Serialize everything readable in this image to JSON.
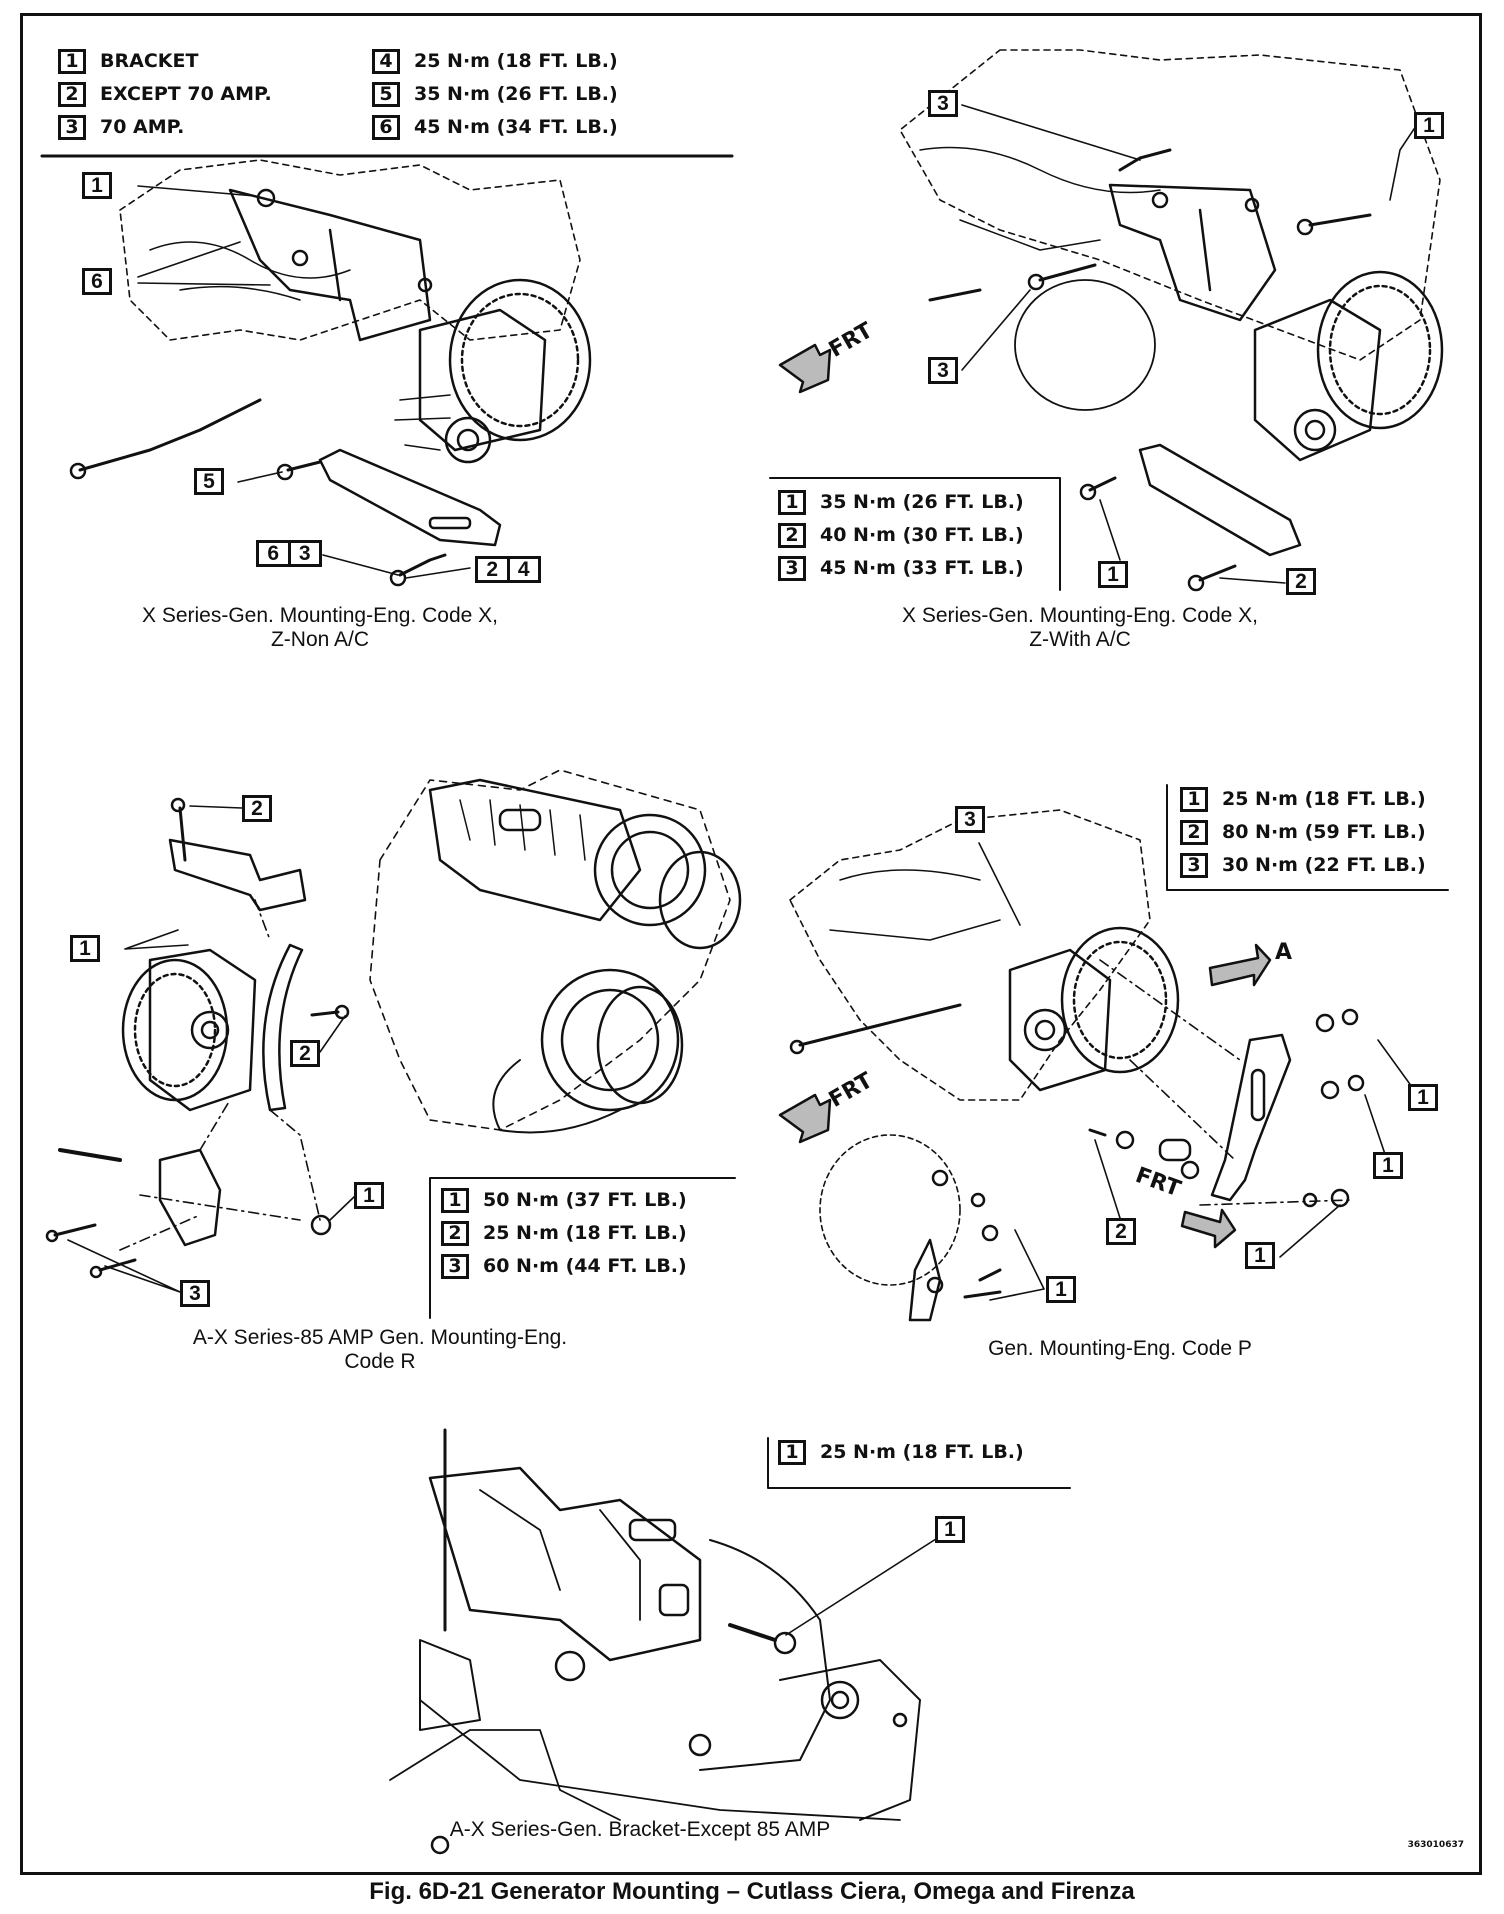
{
  "legend_top": {
    "left": [
      {
        "num": "1",
        "text": "BRACKET"
      },
      {
        "num": "2",
        "text": "EXCEPT 70 AMP."
      },
      {
        "num": "3",
        "text": "70 AMP."
      }
    ],
    "right": [
      {
        "num": "4",
        "text": "25 N·m (18 FT. LB.)"
      },
      {
        "num": "5",
        "text": "35 N·m (26 FT. LB.)"
      },
      {
        "num": "6",
        "text": "45 N·m (34 FT. LB.)"
      }
    ]
  },
  "panel_tl": {
    "caption_line1": "X Series-Gen. Mounting-Eng. Code X,",
    "caption_line2": "Z-Non A/C",
    "callouts": [
      "1",
      "6",
      "5"
    ],
    "pair_a": [
      "6",
      "3"
    ],
    "pair_b": [
      "2",
      "4"
    ]
  },
  "panel_tr": {
    "caption_line1": "X Series-Gen. Mounting-Eng. Code X,",
    "caption_line2": "Z-With A/C",
    "frt": "FRT",
    "callouts": [
      "3",
      "1",
      "3",
      "1",
      "2"
    ],
    "specs": [
      {
        "num": "1",
        "text": "35 N·m (26 FT. LB.)"
      },
      {
        "num": "2",
        "text": "40 N·m (30 FT. LB.)"
      },
      {
        "num": "3",
        "text": "45 N·m (33 FT. LB.)"
      }
    ]
  },
  "panel_ml": {
    "caption_line1": "A-X Series-85 AMP Gen. Mounting-Eng.",
    "caption_line2": "Code R",
    "callouts": [
      "2",
      "1",
      "2",
      "1",
      "3"
    ],
    "specs": [
      {
        "num": "1",
        "text": "50 N·m (37 FT. LB.)"
      },
      {
        "num": "2",
        "text": "25 N·m (18 FT. LB.)"
      },
      {
        "num": "3",
        "text": "60 N·m (44 FT. LB.)"
      }
    ]
  },
  "panel_mr": {
    "caption": "Gen. Mounting-Eng. Code P",
    "view_label": "A",
    "frt": "FRT",
    "callouts": [
      "3",
      "1",
      "1",
      "2",
      "1",
      "1"
    ],
    "specs": [
      {
        "num": "1",
        "text": "25 N·m (18 FT. LB.)"
      },
      {
        "num": "2",
        "text": "80 N·m (59 FT. LB.)"
      },
      {
        "num": "3",
        "text": "30 N·m (22 FT. LB.)"
      }
    ]
  },
  "panel_bottom": {
    "caption": "A-X Series-Gen. Bracket-Except 85 AMP",
    "callouts": [
      "1"
    ],
    "specs": [
      {
        "num": "1",
        "text": "25 N·m (18 FT. LB.)"
      }
    ]
  },
  "doc_number": "363010637",
  "figure_title": "Fig. 6D-21 Generator Mounting – Cutlass Ciera, Omega and Firenza"
}
